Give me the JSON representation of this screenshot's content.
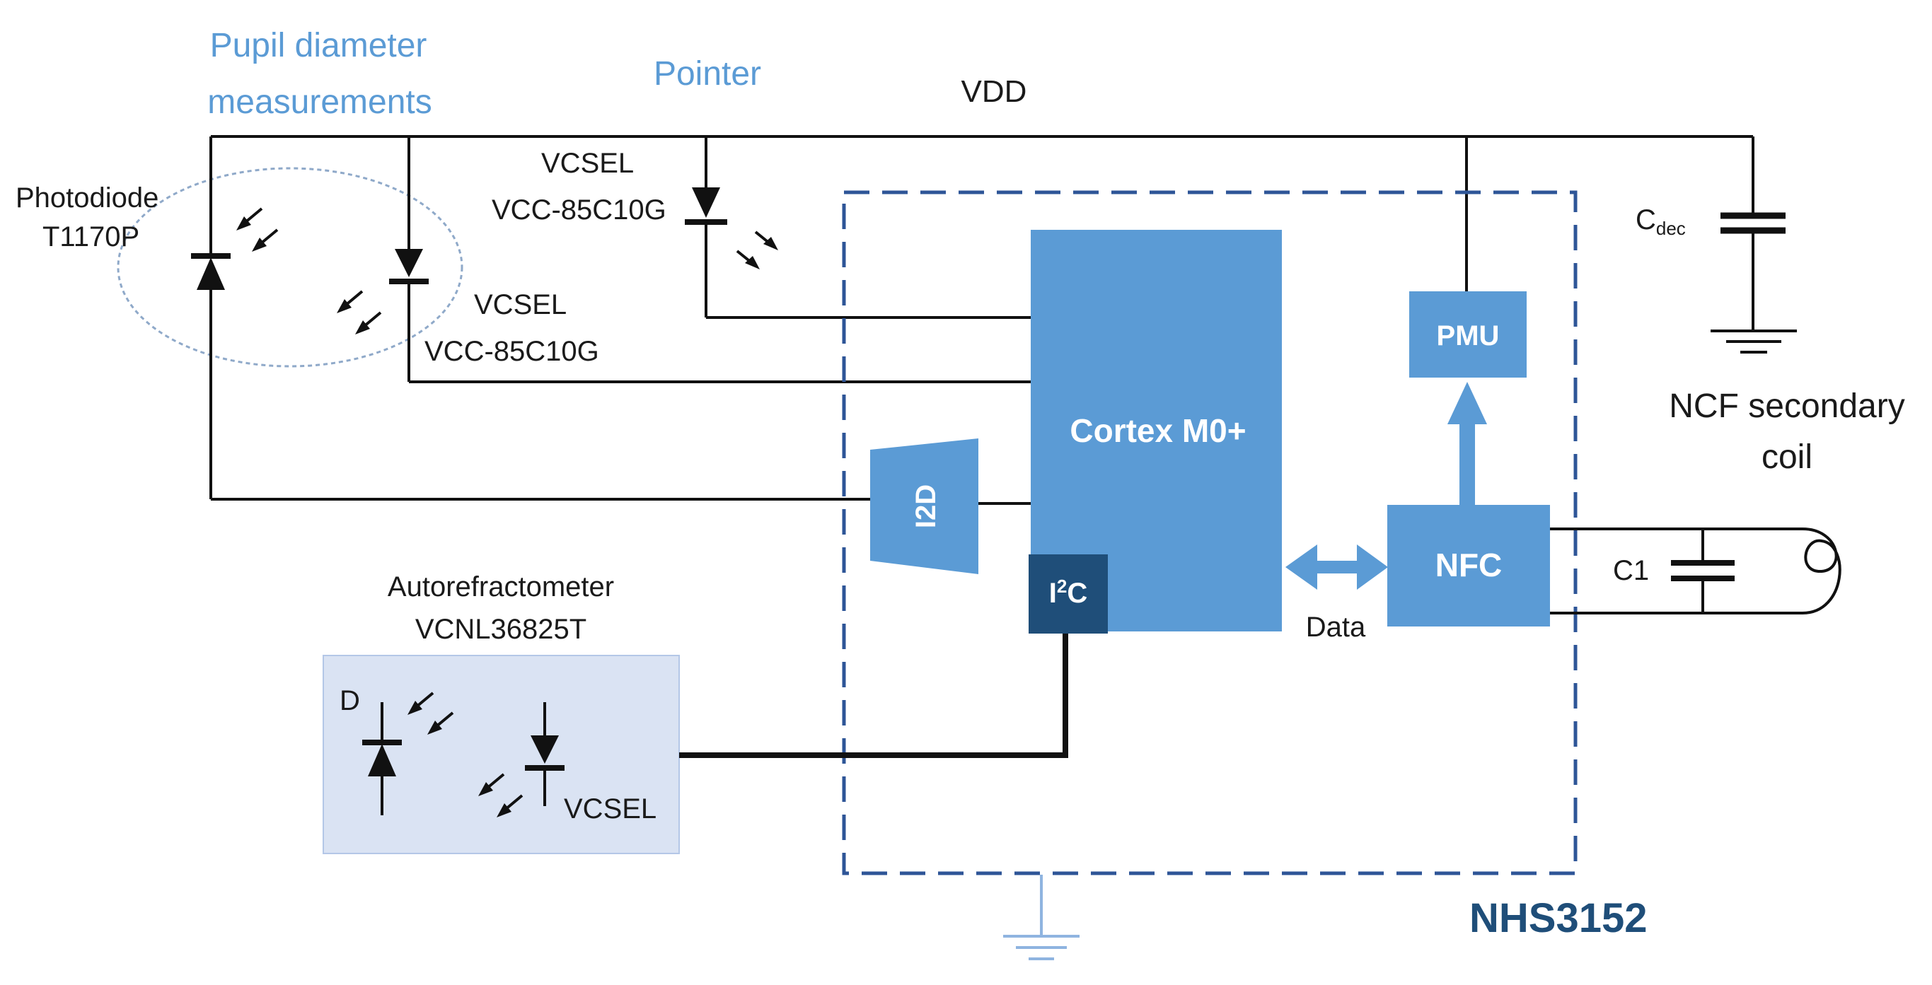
{
  "labels": {
    "pupil_line1": "Pupil diameter",
    "pupil_line2": "measurements",
    "pointer": "Pointer",
    "vdd": "VDD",
    "photodiode_line1": "Photodiode",
    "photodiode_line2": "T1170P",
    "vcsel_pointer_line1": "VCSEL",
    "vcsel_pointer_line2": "VCC-85C10G",
    "vcsel_pupil_line1": "VCSEL",
    "vcsel_pupil_line2": "VCC-85C10G",
    "cdec_main": "C",
    "cdec_sub": "dec",
    "ncf_line1": "NCF secondary",
    "ncf_line2": "coil",
    "c1": "C1",
    "data": "Data",
    "autorefractometer_line1": "Autorefractometer",
    "autorefractometer_line2": "VCNL36825T",
    "d": "D",
    "vcsel_auto": "VCSEL",
    "nhs": "NHS3152"
  },
  "blocks": {
    "cortex": "Cortex M0+",
    "pmu": "PMU",
    "nfc": "NFC",
    "i2d": "I2D",
    "i2c_main": "I",
    "i2c_sup": "2",
    "i2c_tail": "C"
  },
  "colors": {
    "block_fill": "#5b9bd5",
    "block_dark": "#1f4e79",
    "dashed_border": "#2e5597",
    "label_blue": "#5b9bd5",
    "autorefractometer_fill": "#dae3f3",
    "nhs_text": "#1f4e79",
    "ground_light": "#8fb4e0"
  }
}
